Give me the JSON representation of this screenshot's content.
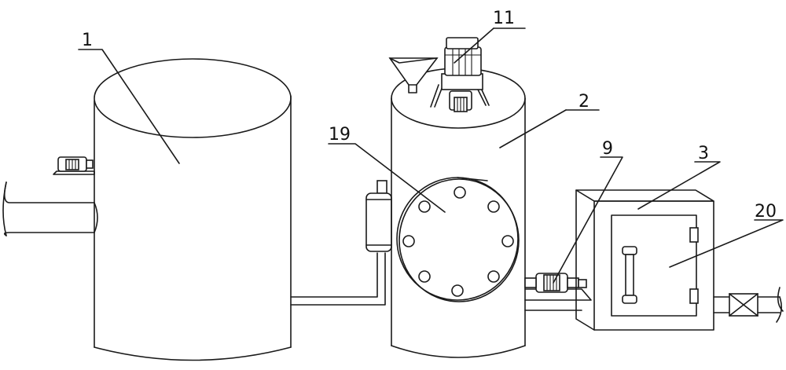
{
  "labels": {
    "tank_1": "1",
    "vessel_2": "2",
    "box_3": "3",
    "pump_9": "9",
    "motor_11": "11",
    "flange_19": "19",
    "door_20": "20"
  }
}
